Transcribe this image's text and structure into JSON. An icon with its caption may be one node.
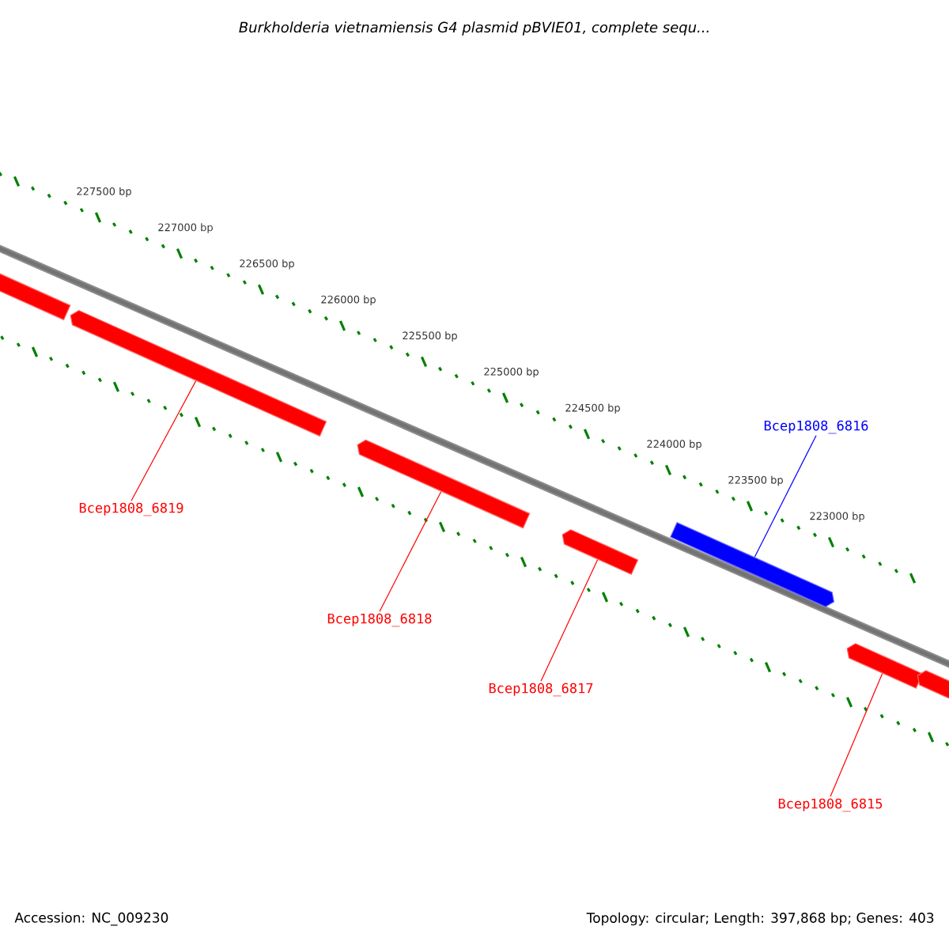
{
  "diagram": {
    "title": "Burkholderia vietnamiensis G4 plasmid pBVIE01, complete sequ...",
    "nodes": [
      {
        "text": [],
        "shape": "bar"
      },
      {
        "text": [],
        "shape": "bar"
      },
      {
        "text": [],
        "shape": "bar"
      },
      {
        "text": [],
        "shape": "bar"
      },
      {
        "text": [],
        "shape": "bar"
      },
      {
        "text": [],
        "shape": "bar"
      },
      {
        "text": [],
        "shape": "bar"
      },
      {
        "text": [
          "Bcep1808_6816"
        ]
      },
      {
        "text": [
          "Bcep1808_6819"
        ]
      },
      {
        "text": [
          "Bcep1808_6818"
        ]
      },
      {
        "text": [
          "Bcep1808_6817"
        ]
      },
      {
        "text": [
          "Bcep1808_6815"
        ]
      }
    ],
    "edges": [
      {
        "from": 7,
        "to": 4,
        "arrow": "none",
        "color": "#0000ff"
      },
      {
        "from": 8,
        "to": 1,
        "arrow": "none"
      },
      {
        "from": 9,
        "to": 2,
        "arrow": "none"
      },
      {
        "from": 10,
        "to": 3,
        "arrow": "none"
      },
      {
        "from": 11,
        "to": 5,
        "arrow": "none"
      }
    ],
    "labels": [
      "227500 bp",
      "227000 bp",
      "226500 bp",
      "226000 bp",
      "225500 bp",
      "225000 bp",
      "224500 bp",
      "224000 bp",
      "223500 bp",
      "223000 bp",
      "Accession: NC_009230",
      "Topology: circular; Length: 397,868 bp; Genes: 403"
    ]
  }
}
